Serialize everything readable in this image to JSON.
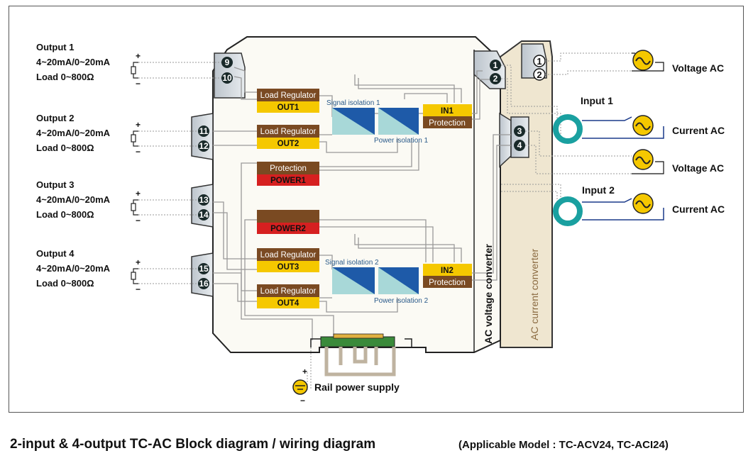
{
  "outputs": [
    {
      "name": "Output 1",
      "range": "4~20mA/0~20mA",
      "load": "Load 0~800Ω",
      "terminals": [
        "9",
        "10"
      ]
    },
    {
      "name": "Output 2",
      "range": "4~20mA/0~20mA",
      "load": "Load 0~800Ω",
      "terminals": [
        "11",
        "12"
      ]
    },
    {
      "name": "Output 3",
      "range": "4~20mA/0~20mA",
      "load": "Load 0~800Ω",
      "terminals": [
        "13",
        "14"
      ]
    },
    {
      "name": "Output 4",
      "range": "4~20mA/0~20mA",
      "load": "Load 0~800Ω",
      "terminals": [
        "15",
        "16"
      ]
    }
  ],
  "plus_sign": "+",
  "minus_sign": "−",
  "blocks": {
    "load_regulator": "Load Regulator",
    "out1": "OUT1",
    "out2": "OUT2",
    "out3": "OUT3",
    "out4": "OUT4",
    "protection": "Protection",
    "power1": "POWER1",
    "power2": "POWER2",
    "in1": "IN1",
    "in2": "IN2",
    "signal_isolation_1": "Signal isolation 1",
    "signal_isolation_2": "Signal isolation 2",
    "power_isolation_1": "Power isolation 1",
    "power_isolation_2": "Power isolation 2"
  },
  "converters": {
    "voltage": "AC voltage converter",
    "current": "AC current converter"
  },
  "inner_terminals": [
    "1",
    "2",
    "3",
    "4"
  ],
  "outer_terminals": [
    "1",
    "2"
  ],
  "inputs": {
    "input1": "Input 1",
    "input2": "Input 2",
    "voltage_ac": "Voltage AC",
    "current_ac": "Current AC"
  },
  "rail_power_supply": "Rail power supply",
  "caption": {
    "main": "2-input & 4-output TC-AC    Block diagram / wiring diagram",
    "model": "(Applicable Model :   TC-ACV24,  TC-ACI24)"
  },
  "colors": {
    "brown": "#7a4a22",
    "yellow": "#f5c800",
    "red": "#d62020",
    "terminal": "#1a2a2a",
    "teal_ring": "#1aa0a0",
    "beige": "#efe6d0",
    "isolation_blue": "#1e5aa8",
    "isolation_light": "#a8d8d8"
  }
}
